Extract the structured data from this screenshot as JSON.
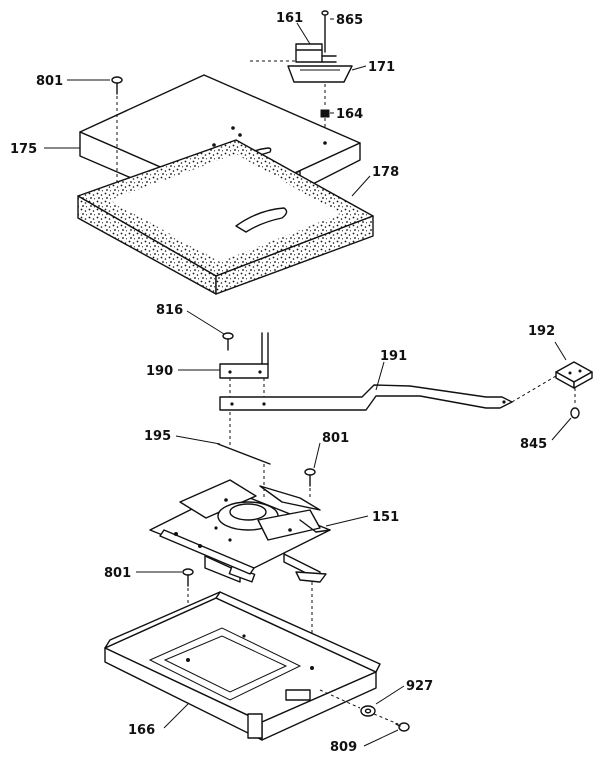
{
  "colors": {
    "ink": "#111111",
    "paper": "#ffffff"
  },
  "labels": {
    "p161": "161",
    "p865": "865",
    "p171": "171",
    "p801a": "801",
    "p164": "164",
    "p175": "175",
    "p178": "178",
    "p816": "816",
    "p192": "192",
    "p190": "190",
    "p191": "191",
    "p845": "845",
    "p195": "195",
    "p801b": "801",
    "p151": "151",
    "p801c": "801",
    "p927": "927",
    "p166": "166",
    "p809": "809"
  }
}
